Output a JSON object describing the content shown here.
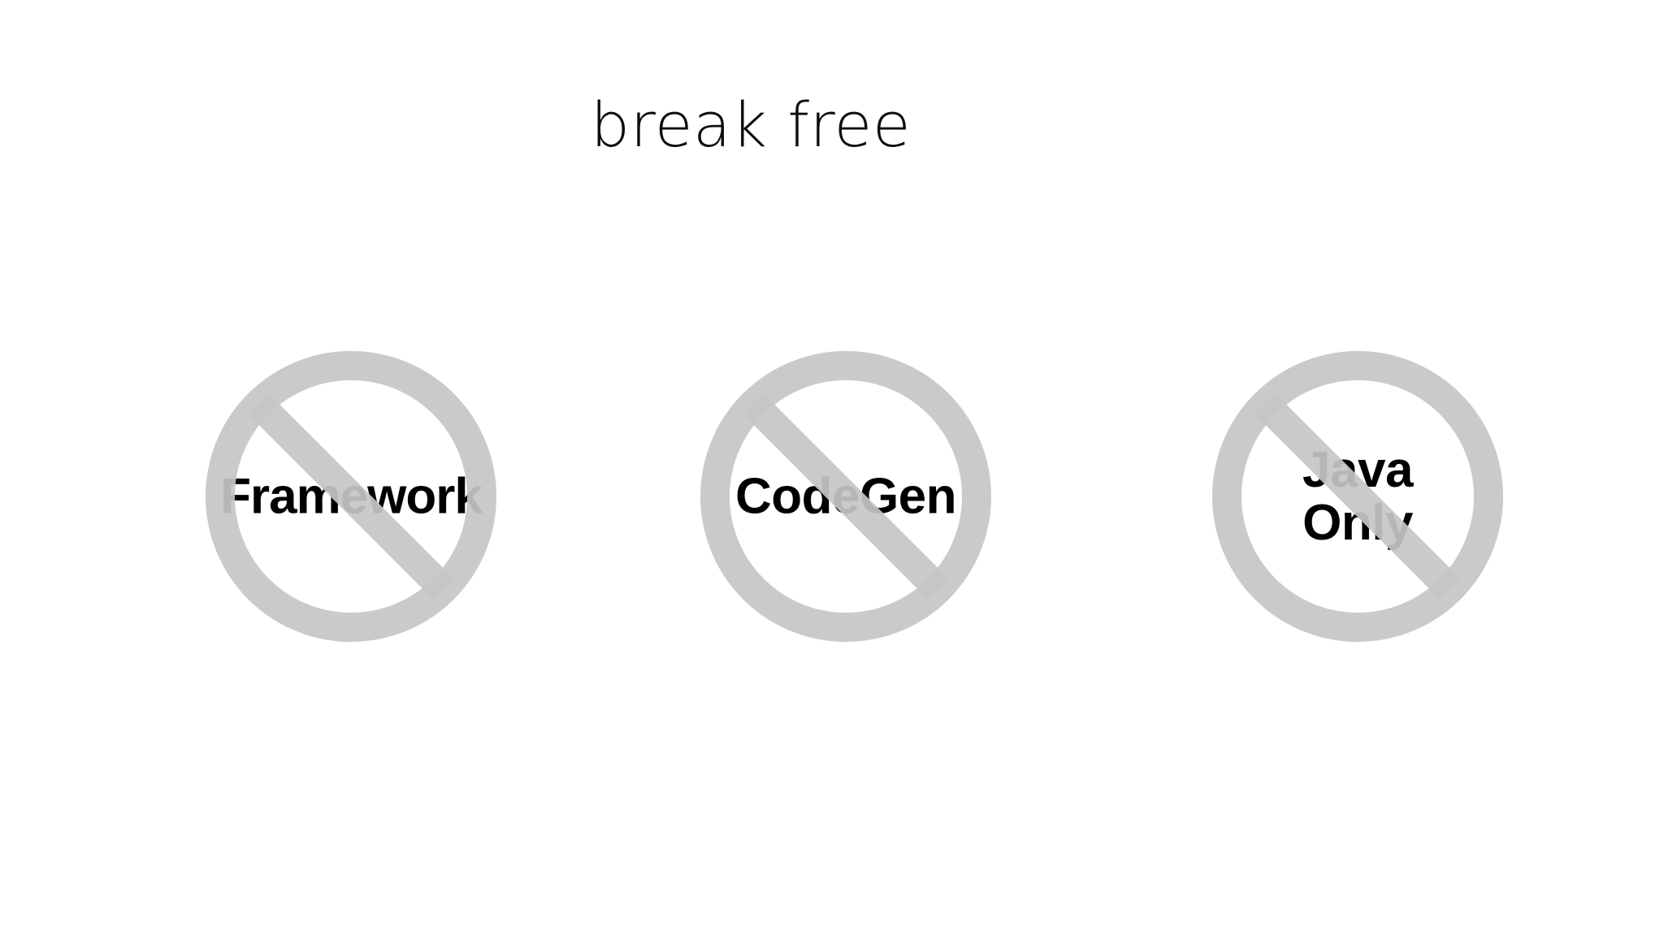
{
  "slide": {
    "title": "break free",
    "background_color": "#ffffff",
    "sign_color": "#c5c5c5",
    "label_color": "#000000",
    "title_color": "#0d0d0d"
  },
  "signs": [
    {
      "label": "Framework",
      "icon": "prohibition-sign-icon",
      "lines": 1,
      "meaning": "no framework"
    },
    {
      "label": "CodeGen",
      "icon": "prohibition-sign-icon",
      "lines": 1,
      "meaning": "no code generation"
    },
    {
      "label": "Java\nOnly",
      "icon": "prohibition-sign-icon",
      "lines": 2,
      "meaning": "not java only"
    }
  ]
}
